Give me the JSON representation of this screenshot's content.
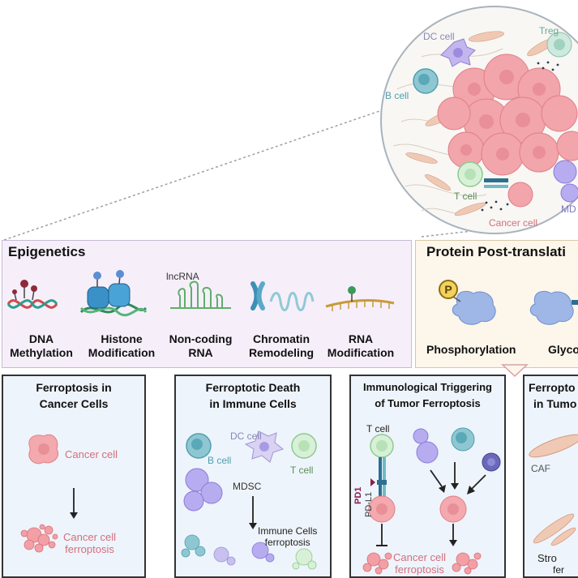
{
  "tme": {
    "labels": {
      "dc": "DC cell",
      "treg": "Treg",
      "b": "B cell",
      "t": "T cell",
      "md": "MD",
      "cancer": "Cancer cell"
    }
  },
  "epigenetics": {
    "title": "Epigenetics",
    "lncrna": "lncRNA",
    "items": [
      {
        "l1": "DNA",
        "l2": "Methylation"
      },
      {
        "l1": "Histone",
        "l2": "Modification"
      },
      {
        "l1": "Non-coding",
        "l2": "RNA"
      },
      {
        "l1": "Chromatin",
        "l2": "Remodeling"
      },
      {
        "l1": "RNA",
        "l2": "Modification"
      }
    ]
  },
  "ptm": {
    "title": "Protein Post-translati",
    "p_badge": "P",
    "items": [
      "Phosphorylation",
      "Glyco"
    ]
  },
  "boxes": {
    "b1": {
      "t1": "Ferroptosis in",
      "t2": "Cancer Cells",
      "cancer": "Cancer cell",
      "ferro1": "Cancer cell",
      "ferro2": "ferroptosis"
    },
    "b2": {
      "t1": "Ferroptotic Death",
      "t2": "in Immune Cells",
      "dc": "DC cell",
      "b": "B cell",
      "t": "T cell",
      "mdsc": "MDSC",
      "imm1": "Immune Cells",
      "imm2": "ferroptosis"
    },
    "b3": {
      "t1": "Immunological Triggering",
      "t2": "of Tumor Ferroptosis",
      "t": "T cell",
      "pd1": "PD1",
      "pdl1": "PD-L1",
      "cc1": "Cancer cell",
      "cc2": "ferroptosis"
    },
    "b4": {
      "t1": "Ferropto",
      "t2": "in Tumo",
      "caf": "CAF",
      "stro": "Stro",
      "fer": "fer"
    }
  },
  "colors": {
    "panel_purple": "#f6effa",
    "panel_orange": "#fdf6ea",
    "box_blue": "#eef4fb",
    "cancer_pink": "#f3a9ad",
    "immune_purple": "#a99ae6",
    "teal": "#6fbac6"
  }
}
